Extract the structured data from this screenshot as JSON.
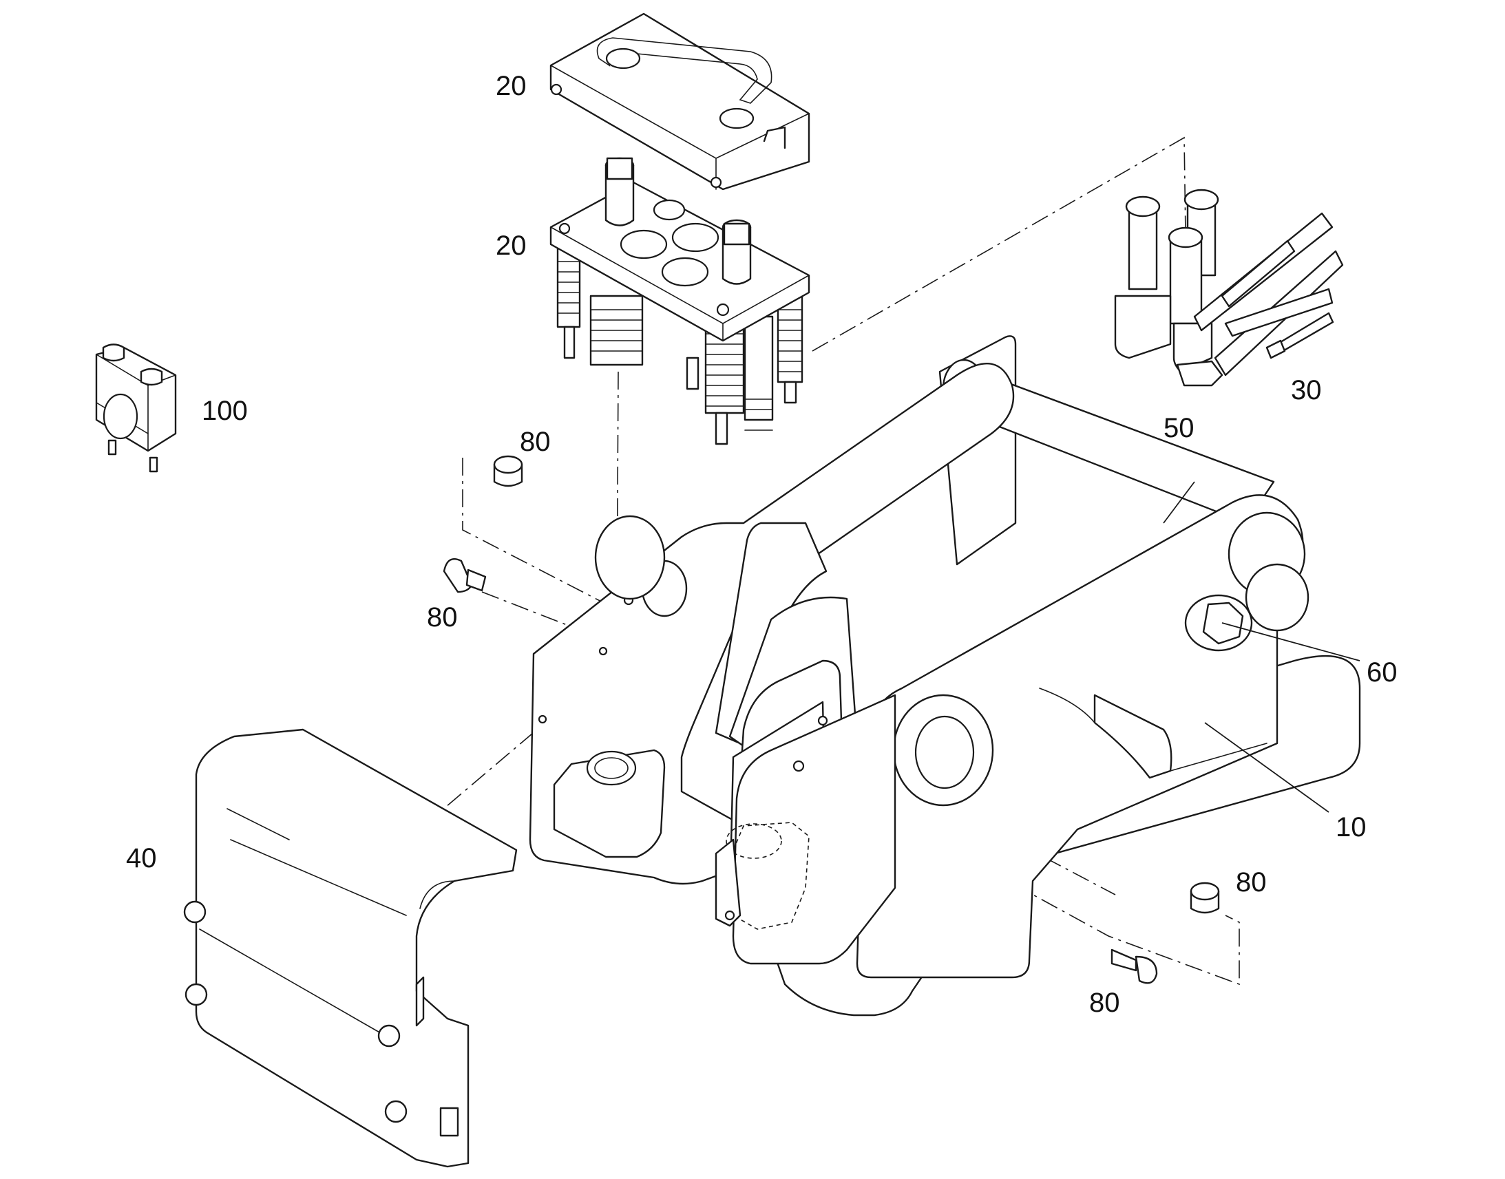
{
  "callouts": {
    "c20a": "20",
    "c20b": "20",
    "c100": "100",
    "c30": "30",
    "c50": "50",
    "c80a": "80",
    "c80b": "80",
    "c60": "60",
    "c10": "10",
    "c40": "40",
    "c80c": "80",
    "c80d": "80"
  },
  "colors": {
    "line": "#1a1a1a",
    "background": "#ffffff"
  }
}
